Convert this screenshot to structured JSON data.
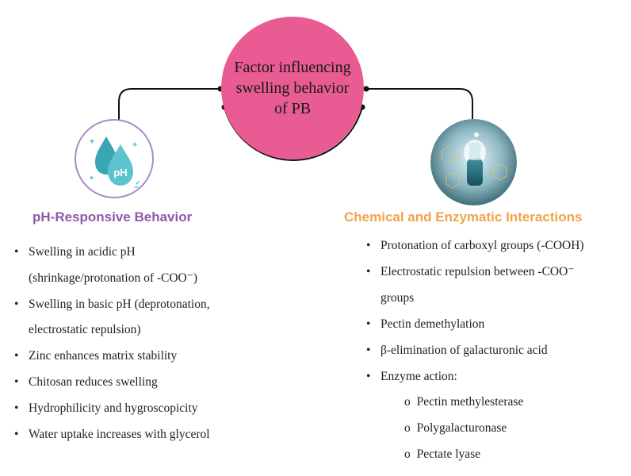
{
  "center": {
    "lines": [
      "Factor influencing",
      "swelling behavior",
      "of PB"
    ]
  },
  "left": {
    "icon_label": "pH",
    "heading": "pH-Responsive Behavior",
    "items": [
      "Swelling in acidic pH",
      "(shrinkage/protonation of -COO⁻)",
      "Swelling in basic pH (deprotonation,",
      "electrostatic repulsion)",
      "Zinc enhances matrix stability",
      "Chitosan reduces swelling",
      "Hydrophilicity and hygroscopicity",
      "Water uptake increases with glycerol"
    ]
  },
  "right": {
    "heading": "Chemical and Enzymatic Interactions",
    "items": [
      "Protonation of carboxyl groups (-COOH)",
      "Electrostatic repulsion between -COO⁻",
      "groups",
      "Pectin demethylation",
      "β-elimination of galacturonic acid",
      "Enzyme action:"
    ],
    "sub_marker": "o",
    "sub_items": [
      "Pectin methylesterase",
      "Polygalacturonase",
      "Pectate lyase"
    ]
  },
  "colors": {
    "center_fill": "#e85b93",
    "left_heading": "#8a5aa8",
    "right_heading": "#f0a44a",
    "drop": "#4bb9c3"
  }
}
